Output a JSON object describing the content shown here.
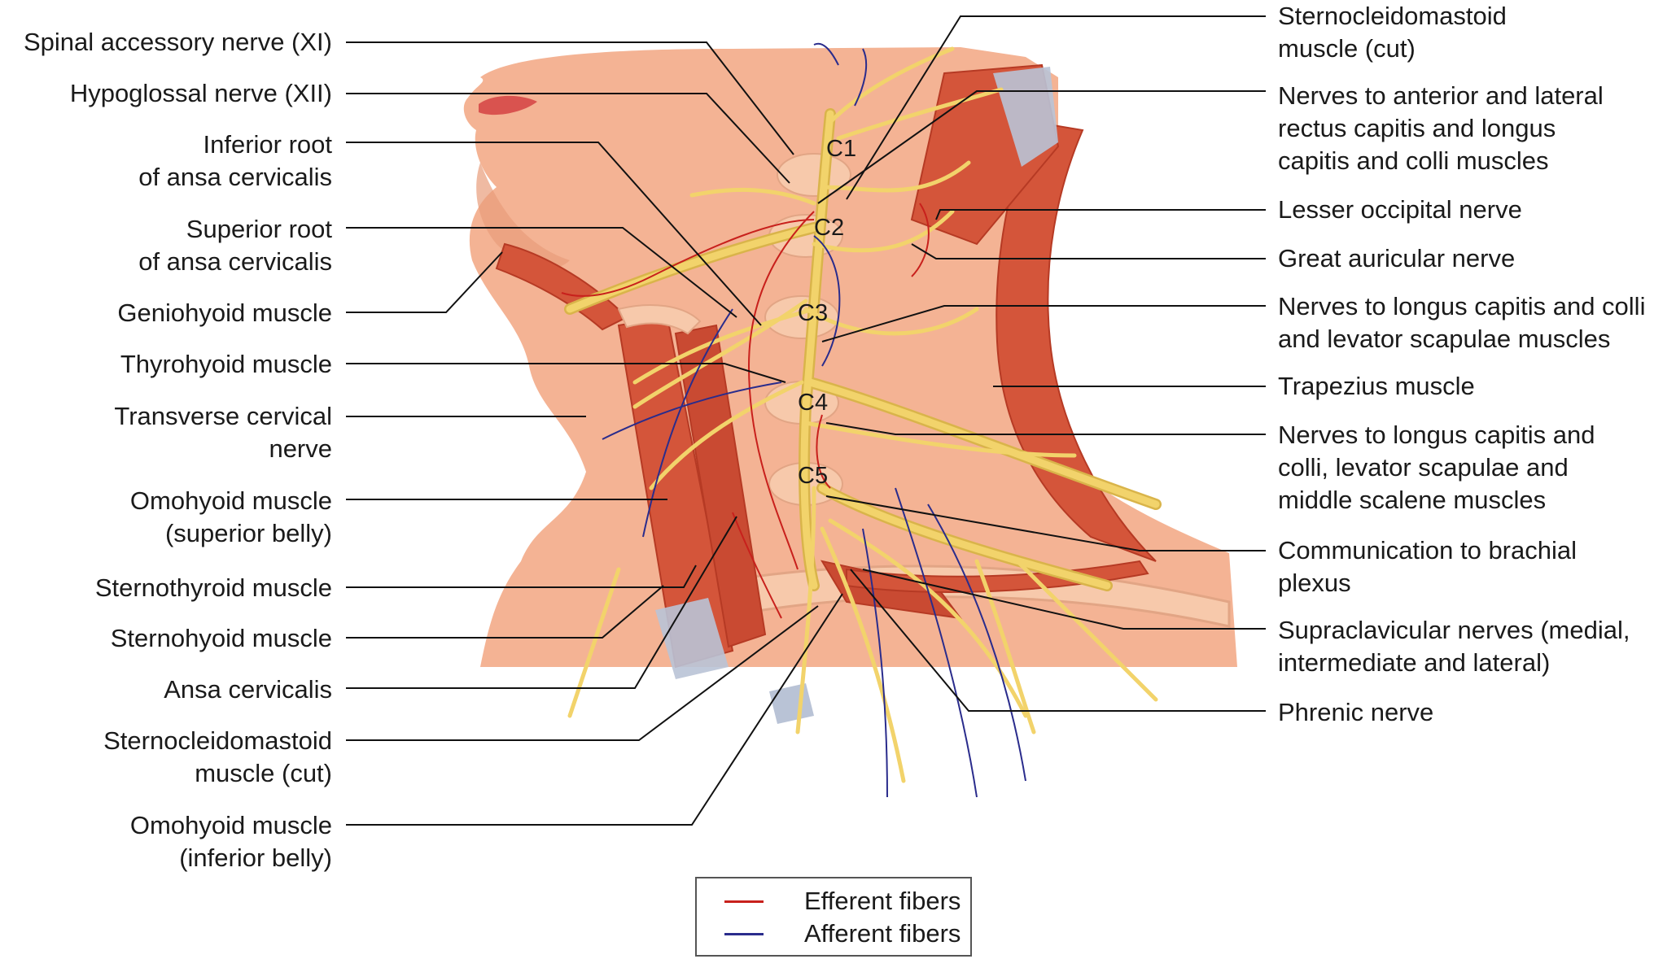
{
  "left_labels": [
    {
      "lines": [
        "Spinal accessory nerve (XI)"
      ]
    },
    {
      "lines": [
        "Hypoglossal nerve (XII)"
      ]
    },
    {
      "lines": [
        "Inferior root",
        "of ansa cervicalis"
      ]
    },
    {
      "lines": [
        "Superior root",
        "of ansa cervicalis"
      ]
    },
    {
      "lines": [
        "Geniohyoid muscle"
      ]
    },
    {
      "lines": [
        "Thyrohyoid muscle"
      ]
    },
    {
      "lines": [
        "Transverse cervical",
        "nerve"
      ]
    },
    {
      "lines": [
        "Omohyoid muscle",
        "(superior belly)"
      ]
    },
    {
      "lines": [
        "Sternothyroid muscle"
      ]
    },
    {
      "lines": [
        "Sternohyoid muscle"
      ]
    },
    {
      "lines": [
        "Ansa cervicalis"
      ]
    },
    {
      "lines": [
        "Sternocleidomastoid",
        "muscle (cut)"
      ]
    },
    {
      "lines": [
        "Omohyoid muscle",
        "(inferior belly)"
      ]
    }
  ],
  "right_labels": [
    {
      "lines": [
        "Sternocleidomastoid",
        "muscle (cut)"
      ]
    },
    {
      "lines": [
        "Nerves to anterior and lateral",
        "rectus capitis and longus",
        "capitis and colli muscles"
      ]
    },
    {
      "lines": [
        "Lesser occipital nerve"
      ]
    },
    {
      "lines": [
        "Great auricular nerve"
      ]
    },
    {
      "lines": [
        "Nerves to longus capitis and colli",
        "and levator scapulae muscles"
      ]
    },
    {
      "lines": [
        "Trapezius muscle"
      ]
    },
    {
      "lines": [
        "Nerves to longus capitis and",
        "colli, levator scapulae and",
        "middle scalene muscles"
      ]
    },
    {
      "lines": [
        "Communication to brachial",
        "plexus"
      ]
    },
    {
      "lines": [
        "Supraclavicular nerves (medial,",
        "intermediate and lateral)"
      ]
    },
    {
      "lines": [
        "Phrenic nerve"
      ]
    }
  ],
  "vertebra_labels": [
    "C1",
    "C2",
    "C3",
    "C4",
    "C5"
  ],
  "legend": {
    "items": [
      {
        "label": "Efferent fibers",
        "color": "#c8201c"
      },
      {
        "label": "Afferent fibers",
        "color": "#2a2c8c"
      }
    ]
  },
  "colors": {
    "skin": "#f4b394",
    "skin_shadow": "#e89c7a",
    "muscle": "#d4553a",
    "muscle_dark": "#b63a24",
    "nerve": "#f2d36b",
    "nerve_edge": "#d9b44a",
    "tendon": "#b9c3d6",
    "bone": "#f7c9ab",
    "leader": "#111111",
    "lips": "#d9534f"
  }
}
